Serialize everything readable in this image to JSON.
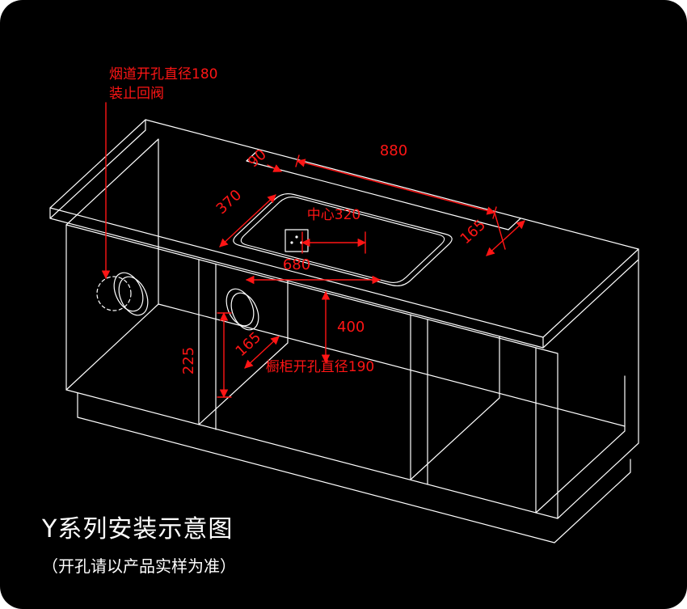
{
  "colors": {
    "background": "#000000",
    "page": "#ffffff",
    "line": "#ffffff",
    "dimension": "#ff1515"
  },
  "callouts": {
    "flue_line1": "烟道开孔直径180",
    "flue_line2": "装止回阀",
    "center": "中心320",
    "cabinet_hole": "橱柜开孔直径190"
  },
  "dims": {
    "notch": "90",
    "hob_width": "880",
    "sink_depth": "370",
    "right_margin": "165",
    "sink_width": "680",
    "front_to_hole": "400",
    "hole_height": "225",
    "hole_margin": "165"
  },
  "footer": {
    "title": "Y系列安装示意图",
    "note": "（开孔请以产品实样为准）"
  }
}
